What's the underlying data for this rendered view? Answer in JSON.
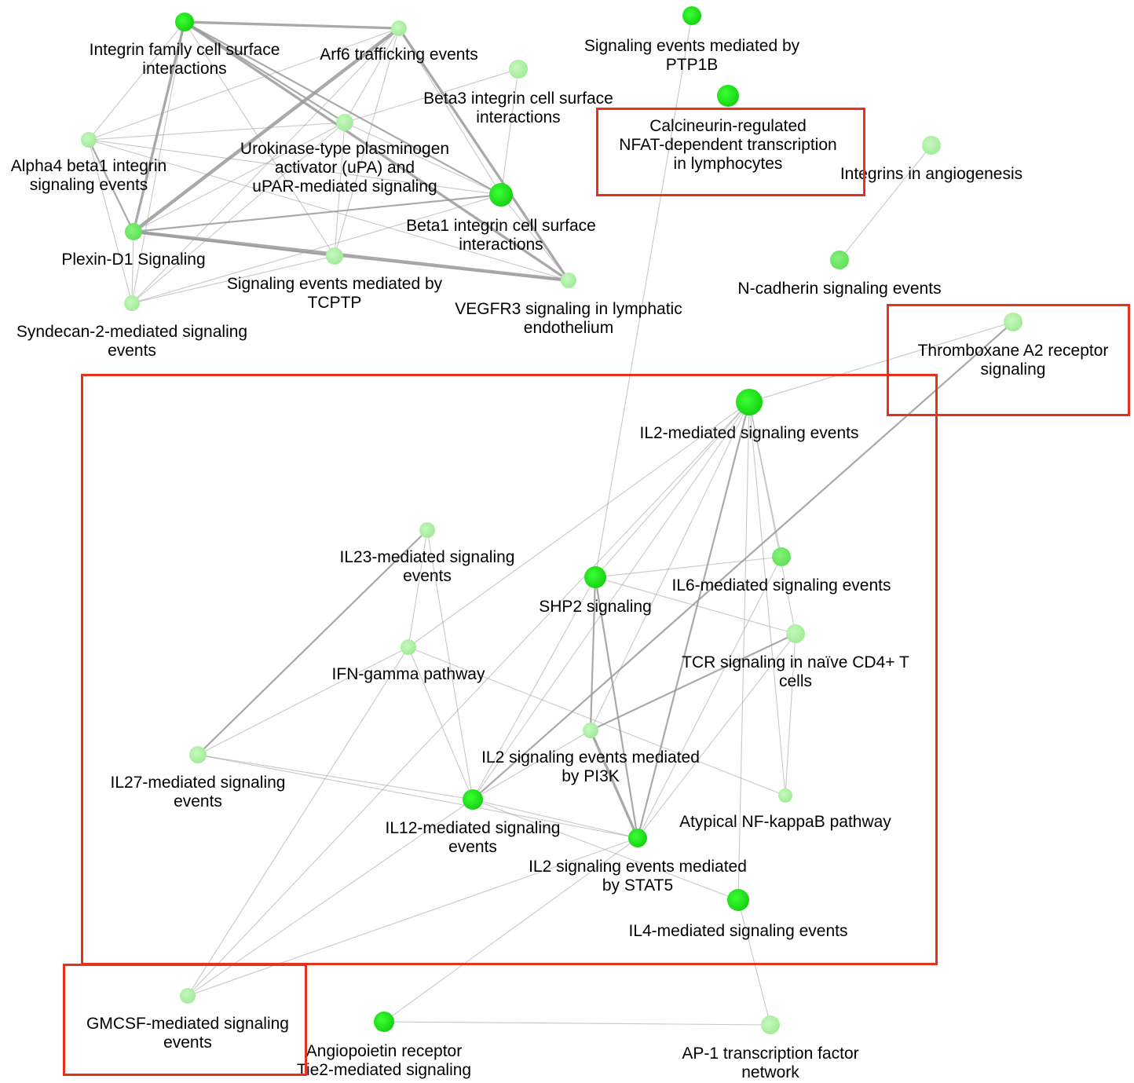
{
  "colors": {
    "edge": "#9a9a9a",
    "node_dark": "#22e61c",
    "node_light": "#aef0a6",
    "highlight": "#e8301c",
    "text": "#000000"
  },
  "nodes": [
    {
      "id": "integrin-family",
      "label": "Integrin family cell surface\ninteractions",
      "strength": 0.8
    },
    {
      "id": "arf6",
      "label": "Arf6 trafficking events",
      "strength": 0.15
    },
    {
      "id": "ptp1b",
      "label": "Signaling events mediated by\nPTP1B",
      "strength": 0.75
    },
    {
      "id": "beta3",
      "label": "Beta3 integrin cell surface\ninteractions",
      "strength": 0.35
    },
    {
      "id": "calcineurin",
      "label": "Calcineurin-regulated\nNFAT-dependent transcription\nin lymphocytes",
      "strength": 0.85
    },
    {
      "id": "alpha4",
      "label": "Alpha4 beta1 integrin\nsignaling events",
      "strength": 0.3
    },
    {
      "id": "upa",
      "label": "Urokinase-type plasminogen\nactivator (uPA) and\nuPAR-mediated signaling",
      "strength": 0.25
    },
    {
      "id": "integrins-angio",
      "label": "Integrins in angiogenesis",
      "strength": 0.3
    },
    {
      "id": "beta1",
      "label": "Beta1 integrin cell surface\ninteractions",
      "strength": 0.85
    },
    {
      "id": "plexin",
      "label": "Plexin-D1 Signaling",
      "strength": 0.7
    },
    {
      "id": "tcptp",
      "label": "Signaling events mediated by\nTCPTP",
      "strength": 0.3
    },
    {
      "id": "ncadherin",
      "label": "N-cadherin signaling events",
      "strength": 0.7
    },
    {
      "id": "syndecan2",
      "label": "Syndecan-2-mediated signaling\nevents",
      "strength": 0.25
    },
    {
      "id": "vegfr3",
      "label": "VEGFR3 signaling in lymphatic\nendothelium",
      "strength": 0.3
    },
    {
      "id": "thromboxane",
      "label": "Thromboxane A2 receptor\nsignaling",
      "strength": 0.3
    },
    {
      "id": "il2",
      "label": "IL2-mediated signaling events",
      "strength": 1.0
    },
    {
      "id": "il23",
      "label": "IL23-mediated signaling\nevents",
      "strength": 0.3
    },
    {
      "id": "shp2",
      "label": "SHP2 signaling",
      "strength": 0.8
    },
    {
      "id": "il6",
      "label": "IL6-mediated signaling events",
      "strength": 0.5
    },
    {
      "id": "ifng",
      "label": "IFN-gamma pathway",
      "strength": 0.25
    },
    {
      "id": "tcr",
      "label": "TCR signaling in naïve CD4+ T\ncells",
      "strength": 0.3
    },
    {
      "id": "il2-pi3k",
      "label": "IL2 signaling events mediated\nby PI3K",
      "strength": 0.3
    },
    {
      "id": "il27",
      "label": "IL27-mediated signaling\nevents",
      "strength": 0.4
    },
    {
      "id": "atypical-nfkb",
      "label": "Atypical NF-kappaB pathway",
      "strength": 0.2
    },
    {
      "id": "il12",
      "label": "IL12-mediated signaling\nevents",
      "strength": 0.8
    },
    {
      "id": "il2-stat5",
      "label": "IL2 signaling events mediated\nby STAT5",
      "strength": 0.8
    },
    {
      "id": "il4",
      "label": "IL4-mediated signaling events",
      "strength": 0.85
    },
    {
      "id": "gmcsf",
      "label": "GMCSF-mediated signaling\nevents",
      "strength": 0.2
    },
    {
      "id": "angiopoietin",
      "label": "Angiopoietin receptor\nTie2-mediated signaling",
      "strength": 0.8
    },
    {
      "id": "ap1",
      "label": "AP-1 transcription factor\nnetwork",
      "strength": 0.3
    }
  ],
  "edges": [
    [
      "integrin-family",
      "arf6",
      3
    ],
    [
      "integrin-family",
      "plexin",
      3
    ],
    [
      "integrin-family",
      "alpha4",
      1
    ],
    [
      "integrin-family",
      "upa",
      2
    ],
    [
      "integrin-family",
      "beta1",
      2
    ],
    [
      "integrin-family",
      "syndecan2",
      1
    ],
    [
      "integrin-family",
      "vegfr3",
      3
    ],
    [
      "integrin-family",
      "tcptp",
      1
    ],
    [
      "arf6",
      "plexin",
      4
    ],
    [
      "arf6",
      "alpha4",
      1
    ],
    [
      "arf6",
      "syndecan2",
      1
    ],
    [
      "arf6",
      "beta1",
      1
    ],
    [
      "arf6",
      "vegfr3",
      3
    ],
    [
      "arf6",
      "upa",
      1
    ],
    [
      "arf6",
      "tcptp",
      1
    ],
    [
      "alpha4",
      "upa",
      1
    ],
    [
      "alpha4",
      "beta1",
      1
    ],
    [
      "alpha4",
      "plexin",
      2
    ],
    [
      "alpha4",
      "syndecan2",
      1
    ],
    [
      "alpha4",
      "vegfr3",
      1
    ],
    [
      "upa",
      "beta1",
      1
    ],
    [
      "upa",
      "plexin",
      1
    ],
    [
      "upa",
      "tcptp",
      1
    ],
    [
      "upa",
      "syndecan2",
      1
    ],
    [
      "beta1",
      "plexin",
      2
    ],
    [
      "beta1",
      "vegfr3",
      1
    ],
    [
      "beta1",
      "syndecan2",
      1
    ],
    [
      "beta1",
      "beta3",
      1
    ],
    [
      "plexin",
      "vegfr3",
      4
    ],
    [
      "plexin",
      "syndecan2",
      1
    ],
    [
      "plexin",
      "tcptp",
      2
    ],
    [
      "syndecan2",
      "tcptp",
      1
    ],
    [
      "tcptp",
      "vegfr3",
      1
    ],
    [
      "beta3",
      "upa",
      1
    ],
    [
      "ptp1b",
      "shp2",
      1
    ],
    [
      "integrins-angio",
      "ncadherin",
      1
    ],
    [
      "thromboxane",
      "il2",
      1
    ],
    [
      "thromboxane",
      "il12",
      2
    ],
    [
      "il2",
      "shp2",
      1
    ],
    [
      "il2",
      "il6",
      1
    ],
    [
      "il2",
      "tcr",
      1
    ],
    [
      "il2",
      "il2-pi3k",
      1
    ],
    [
      "il2",
      "il2-stat5",
      2
    ],
    [
      "il2",
      "il12",
      1
    ],
    [
      "il2",
      "atypical-nfkb",
      1
    ],
    [
      "il2",
      "il4",
      1
    ],
    [
      "il2",
      "ifng",
      1
    ],
    [
      "il23",
      "ifng",
      1
    ],
    [
      "il23",
      "il12",
      1
    ],
    [
      "il23",
      "il27",
      2
    ],
    [
      "shp2",
      "il6",
      1
    ],
    [
      "shp2",
      "tcr",
      1
    ],
    [
      "shp2",
      "il2-pi3k",
      2
    ],
    [
      "shp2",
      "il2-stat5",
      2
    ],
    [
      "shp2",
      "il12",
      1
    ],
    [
      "ifng",
      "il12",
      1
    ],
    [
      "ifng",
      "il27",
      1
    ],
    [
      "ifng",
      "gmcsf",
      1
    ],
    [
      "ifng",
      "atypical-nfkb",
      1
    ],
    [
      "tcr",
      "il2-pi3k",
      2
    ],
    [
      "tcr",
      "il2-stat5",
      1
    ],
    [
      "tcr",
      "atypical-nfkb",
      1
    ],
    [
      "il6",
      "il2-stat5",
      1
    ],
    [
      "il27",
      "il12",
      1
    ],
    [
      "il27",
      "il2-stat5",
      1
    ],
    [
      "il2-pi3k",
      "il12",
      1
    ],
    [
      "il2-pi3k",
      "il2-stat5",
      3
    ],
    [
      "il12",
      "il2-stat5",
      1
    ],
    [
      "il12",
      "il4",
      1
    ],
    [
      "il12",
      "gmcsf",
      1
    ],
    [
      "il2-stat5",
      "gmcsf",
      1
    ],
    [
      "il2-stat5",
      "angiopoietin",
      1
    ],
    [
      "il2",
      "gmcsf",
      1
    ],
    [
      "il4",
      "ap1",
      1
    ],
    [
      "angiopoietin",
      "ap1",
      1
    ]
  ],
  "highlight_boxes": [
    "calcineurin-box",
    "thromboxane-box",
    "il-cluster-box",
    "gmcsf-box"
  ]
}
